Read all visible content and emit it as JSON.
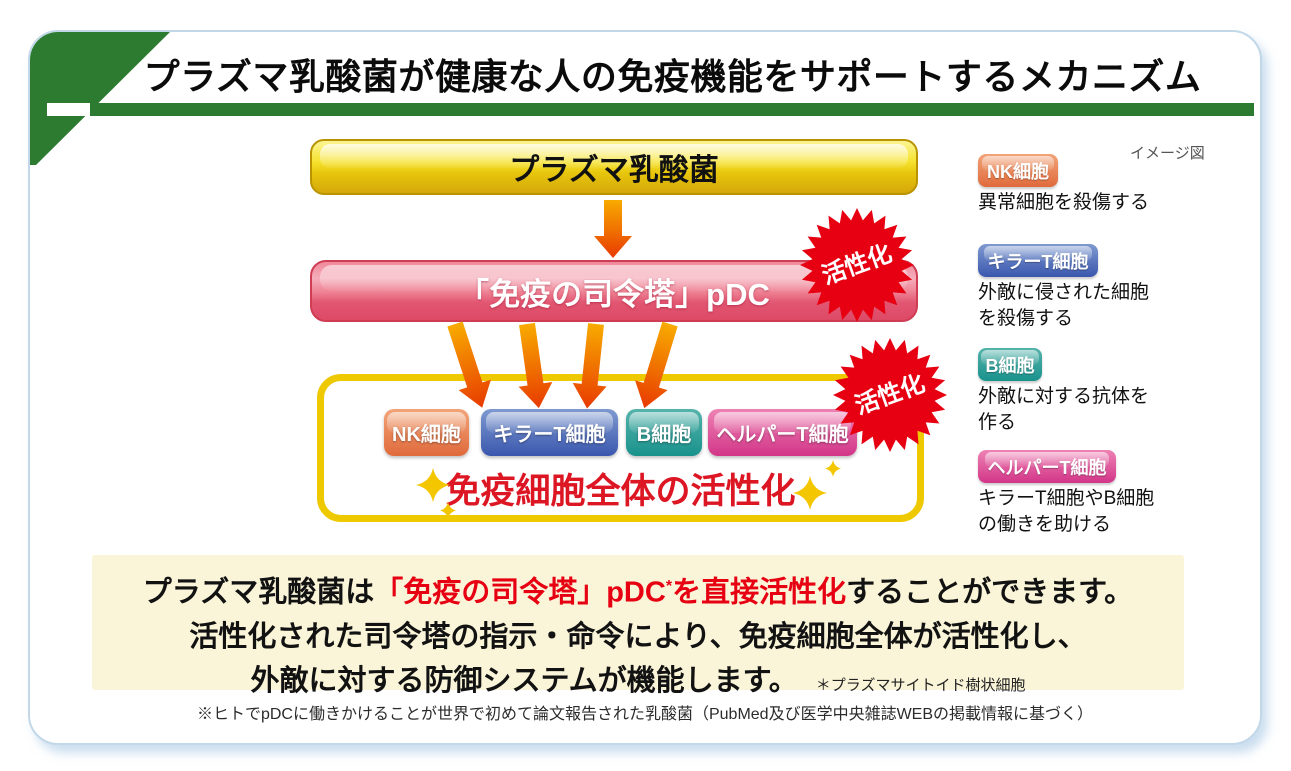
{
  "header": {
    "title": "プラズマ乳酸菌が健康な人の免疫機能をサポートするメカニズム"
  },
  "diagram": {
    "image_note": "イメージ図",
    "source_label": "プラズマ乳酸菌",
    "pdc_label": "「免疫の司令塔」pDC",
    "activation_badge": "活性化",
    "caption": "免疫細胞全体の活性化",
    "cells": [
      {
        "label": "NK細胞",
        "desc": "異常細胞を殺傷する",
        "color_top": "#f2a478",
        "color_bottom": "#e06a3c"
      },
      {
        "label": "キラーT細胞",
        "desc": "外敵に侵された細胞\nを殺傷する",
        "color_top": "#7f9ad0",
        "color_bottom": "#3a57ae"
      },
      {
        "label": "B細胞",
        "desc": "外敵に対する抗体を\n作る",
        "color_top": "#55b3ab",
        "color_bottom": "#19928c"
      },
      {
        "label": "ヘルパーT細胞",
        "desc": "キラーT細胞やB細胞\nの働きを助ける",
        "color_top": "#ee82b4",
        "color_bottom": "#d23688"
      }
    ]
  },
  "summary": {
    "l1_black_a": "プラズマ乳酸菌は",
    "l1_red_a": "「免疫の司令塔」pDC",
    "l1_sup": "*",
    "l1_red_b": "を直接活性化",
    "l1_black_b": "することができます。",
    "l2": "活性化された司令塔の指示・命令により、免疫細胞全体が活性化し、",
    "l3": "外敵に対する防御システムが機能します。",
    "note": "＊プラズマサイトイド樹状細胞"
  },
  "footer": {
    "note": "※ヒトでpDCに働きかけることが世界で初めて論文報告された乳酸菌（PubMed及び医学中央雑誌WEBの掲載情報に基づく）"
  },
  "colors": {
    "brand_green": "#2c7b30",
    "accent_red": "#e60012",
    "gold": "#e7c50c",
    "pdc_pink": "#e25672",
    "panel_border_yellow": "#eec900",
    "summary_bg": "#faf5d8",
    "arrow_orange_top": "#f8ab00",
    "arrow_orange_bottom": "#e83a00",
    "caption_red": "#dc1623"
  }
}
